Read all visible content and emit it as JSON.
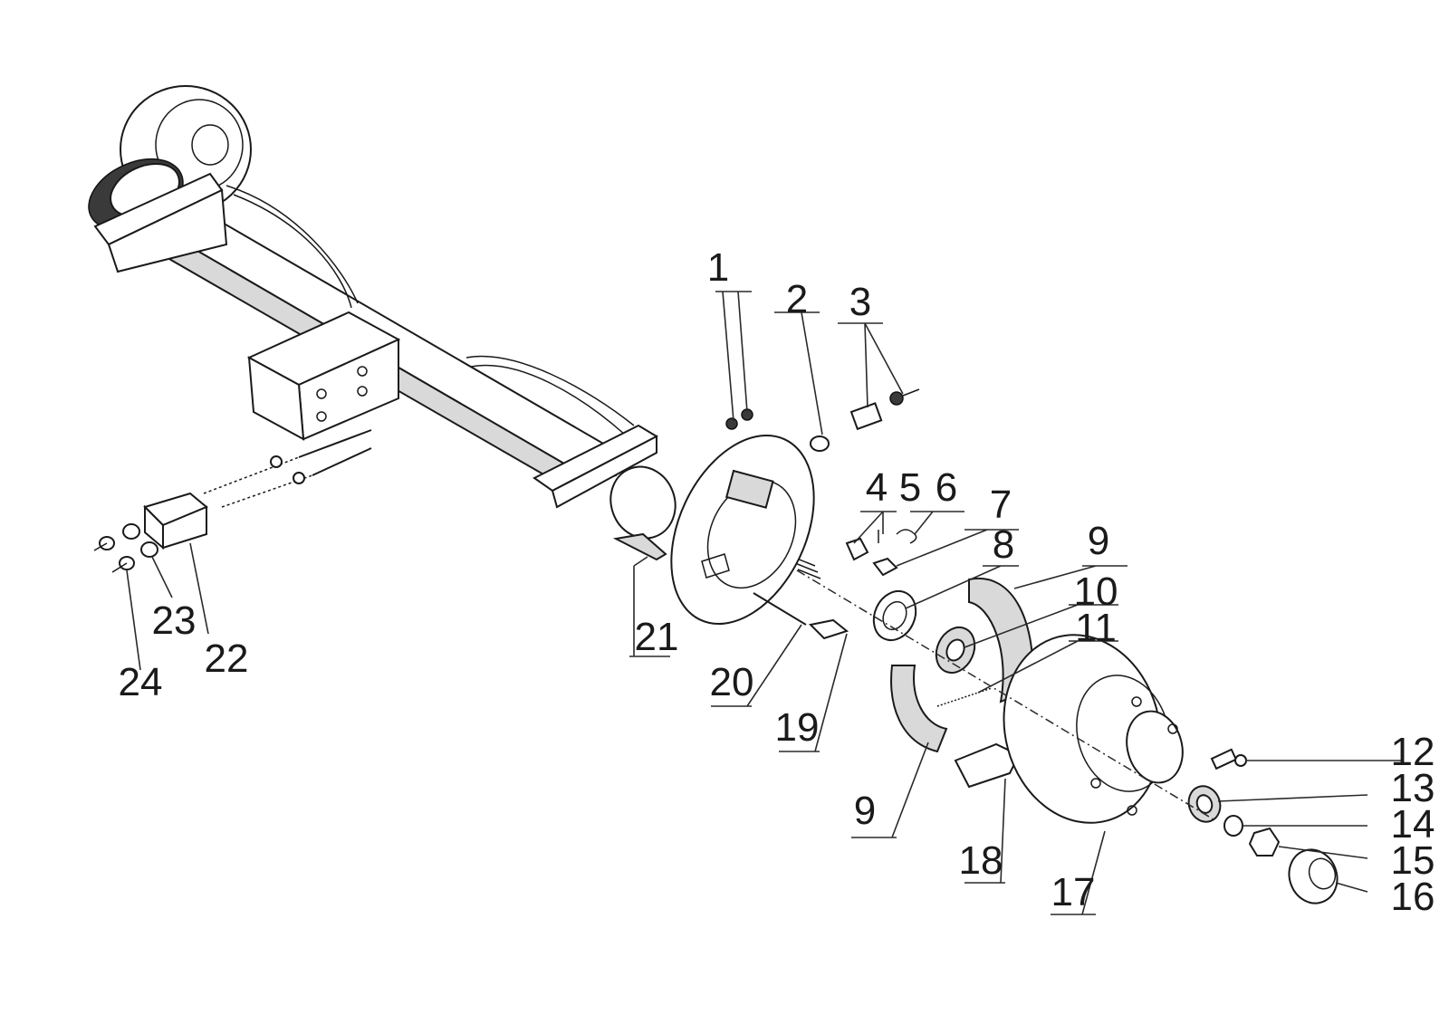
{
  "callouts": [
    {
      "id": "c1",
      "label": "1"
    },
    {
      "id": "c2",
      "label": "2"
    },
    {
      "id": "c3",
      "label": "3"
    },
    {
      "id": "c4",
      "label": "4"
    },
    {
      "id": "c5",
      "label": "5"
    },
    {
      "id": "c6",
      "label": "6"
    },
    {
      "id": "c7",
      "label": "7"
    },
    {
      "id": "c8",
      "label": "8"
    },
    {
      "id": "c9a",
      "label": "9"
    },
    {
      "id": "c9b",
      "label": "9"
    },
    {
      "id": "c10",
      "label": "10"
    },
    {
      "id": "c11",
      "label": "11"
    },
    {
      "id": "c12",
      "label": "12"
    },
    {
      "id": "c13",
      "label": "13"
    },
    {
      "id": "c14",
      "label": "14"
    },
    {
      "id": "c15",
      "label": "15"
    },
    {
      "id": "c16",
      "label": "16"
    },
    {
      "id": "c17",
      "label": "17"
    },
    {
      "id": "c18",
      "label": "18"
    },
    {
      "id": "c19",
      "label": "19"
    },
    {
      "id": "c20",
      "label": "20"
    },
    {
      "id": "c21",
      "label": "21"
    },
    {
      "id": "c22",
      "label": "22"
    },
    {
      "id": "c23",
      "label": "23"
    },
    {
      "id": "c24",
      "label": "24"
    }
  ]
}
